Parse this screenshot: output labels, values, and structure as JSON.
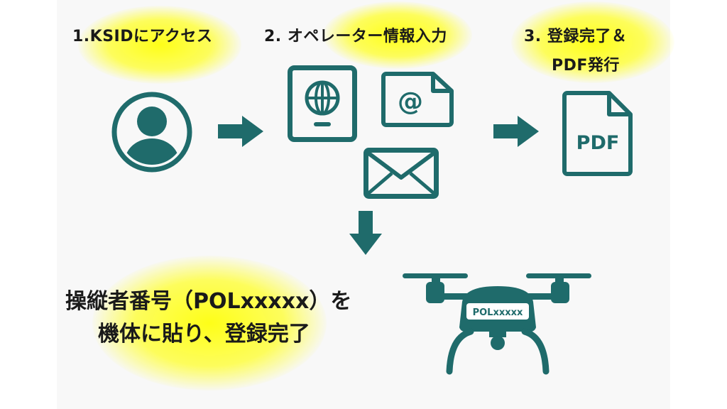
{
  "steps": {
    "step1": "1.KSIDにアクセス",
    "step2": "2. オペレーター情報入力",
    "step3_line1": "3. 登録完了＆",
    "step3_line2": "PDF発行"
  },
  "pdf_icon_label": "PDF",
  "drone_plate": "POLxxxxx",
  "final_text": {
    "line1": "操縦者番号（POLxxxxx）を",
    "line2": "機体に貼り、登録完了"
  },
  "icons": [
    "user-avatar-icon",
    "passport-icon",
    "email-document-icon",
    "envelope-icon",
    "pdf-document-icon",
    "drone-icon",
    "arrow-right-icon",
    "arrow-down-icon"
  ],
  "colors": {
    "icon": "#1f6b6b",
    "highlight": "#ffff33",
    "text": "#1a1a1a"
  }
}
